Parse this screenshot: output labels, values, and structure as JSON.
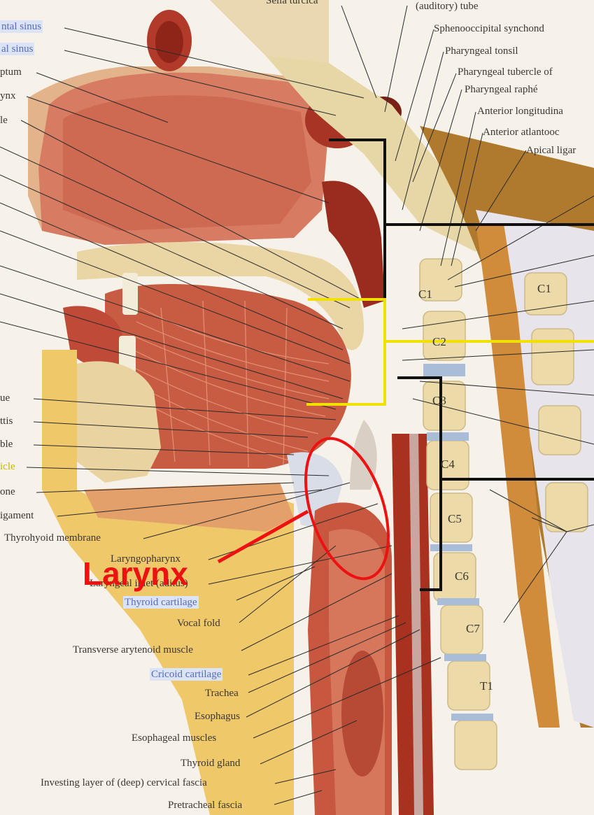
{
  "labels_left": [
    "ntal sinus",
    "al sinus",
    "ptum",
    "ynx",
    "le",
    "ue",
    "ttis",
    "ble",
    "icle",
    "one",
    "igament",
    "Thyrohyoid membrane",
    "Laryngopharynx",
    "Laryngeal inlet (aditus)",
    "Thyroid cartilage",
    "Vocal fold",
    "Transverse arytenoid muscle",
    "Cricoid cartilage",
    "Trachea",
    "Esophagus",
    "Esophageal muscles",
    "Thyroid gland",
    "Investing layer of (deep) cervical fascia",
    "Pretracheal fascia"
  ],
  "labels_right": [
    "Sella turcica",
    "(auditory) tube",
    "Sphenooccipital synchond",
    "Pharyngeal tonsil",
    "Pharyngeal tubercle of",
    "Pharyngeal raphé",
    "Anterior longitudina",
    "Anterior atlantooc",
    "Apical ligar"
  ],
  "vertebrae": [
    "C1",
    "C1",
    "C2",
    "C3",
    "C4",
    "C5",
    "C6",
    "C7",
    "T1"
  ],
  "callout": {
    "text": "Larynx",
    "color": "#ee1111"
  },
  "bracket_colors": {
    "nasopharynx": "#111111",
    "oropharynx": "#f2e000",
    "laryngopharynx": "#111111"
  }
}
